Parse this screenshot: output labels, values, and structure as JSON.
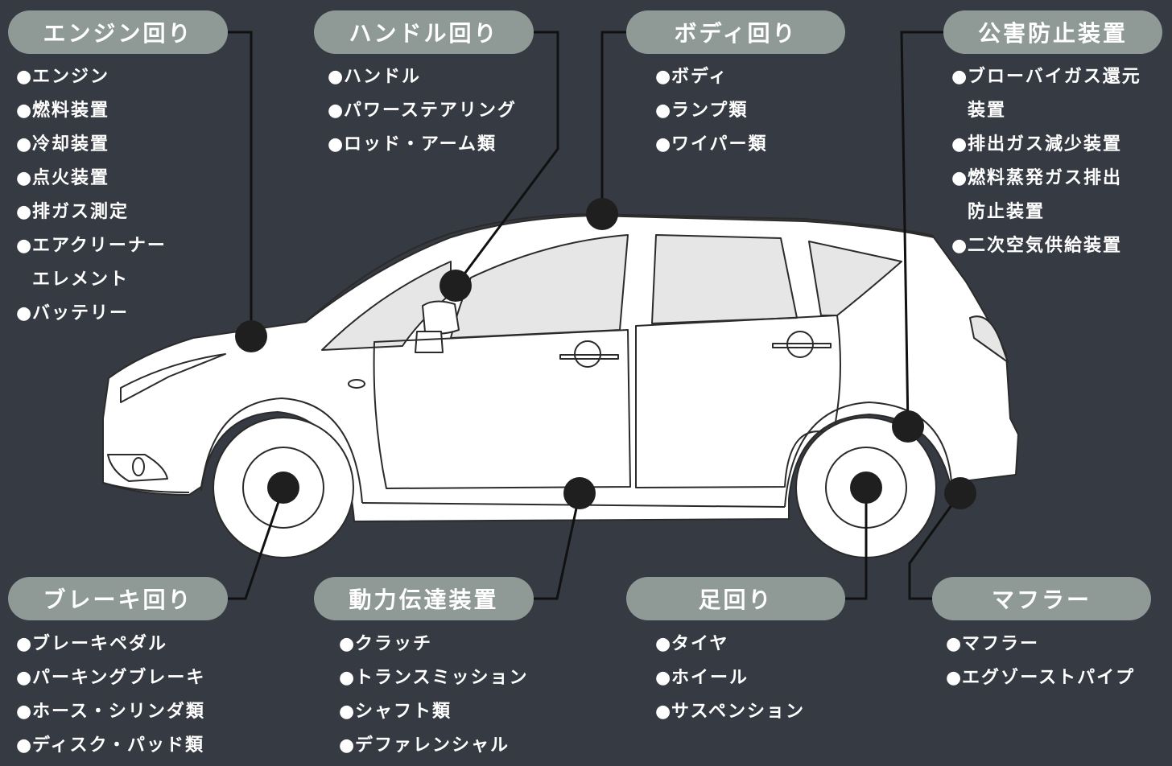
{
  "sections": {
    "engine": {
      "title": "エンジン回り",
      "items": [
        "エンジン",
        "燃料装置",
        "冷却装置",
        "点火装置",
        "排ガス測定",
        "エアクリーナー",
        "エレメント",
        "バッテリー"
      ]
    },
    "handle": {
      "title": "ハンドル回り",
      "items": [
        "ハンドル",
        "パワーステアリング",
        "ロッド・アーム類"
      ]
    },
    "body": {
      "title": "ボディ回り",
      "items": [
        "ボディ",
        "ランプ類",
        "ワイパー類"
      ]
    },
    "emission": {
      "title": "公害防止装置",
      "items": [
        "ブローバイガス還元",
        "装置",
        "排出ガス減少装置",
        "燃料蒸発ガス排出",
        "防止装置",
        "二次空気供給装置"
      ]
    },
    "brake": {
      "title": "ブレーキ回り",
      "items": [
        "ブレーキペダル",
        "パーキングブレーキ",
        "ホース・シリンダ類",
        "ディスク・パッド類"
      ]
    },
    "drivetrain": {
      "title": "動力伝達装置",
      "items": [
        "クラッチ",
        "トランスミッション",
        "シャフト類",
        "デファレンシャル"
      ]
    },
    "suspension": {
      "title": "足回り",
      "items": [
        "タイヤ",
        "ホイール",
        "サスペンション"
      ]
    },
    "muffler": {
      "title": "マフラー",
      "items": [
        "マフラー",
        "エグゾーストパイプ"
      ]
    }
  },
  "bullet_glyph": "●",
  "colors": {
    "background": "#363a42",
    "pill": "#8f9a96",
    "car_line": "#222222",
    "marker": "#222222"
  }
}
